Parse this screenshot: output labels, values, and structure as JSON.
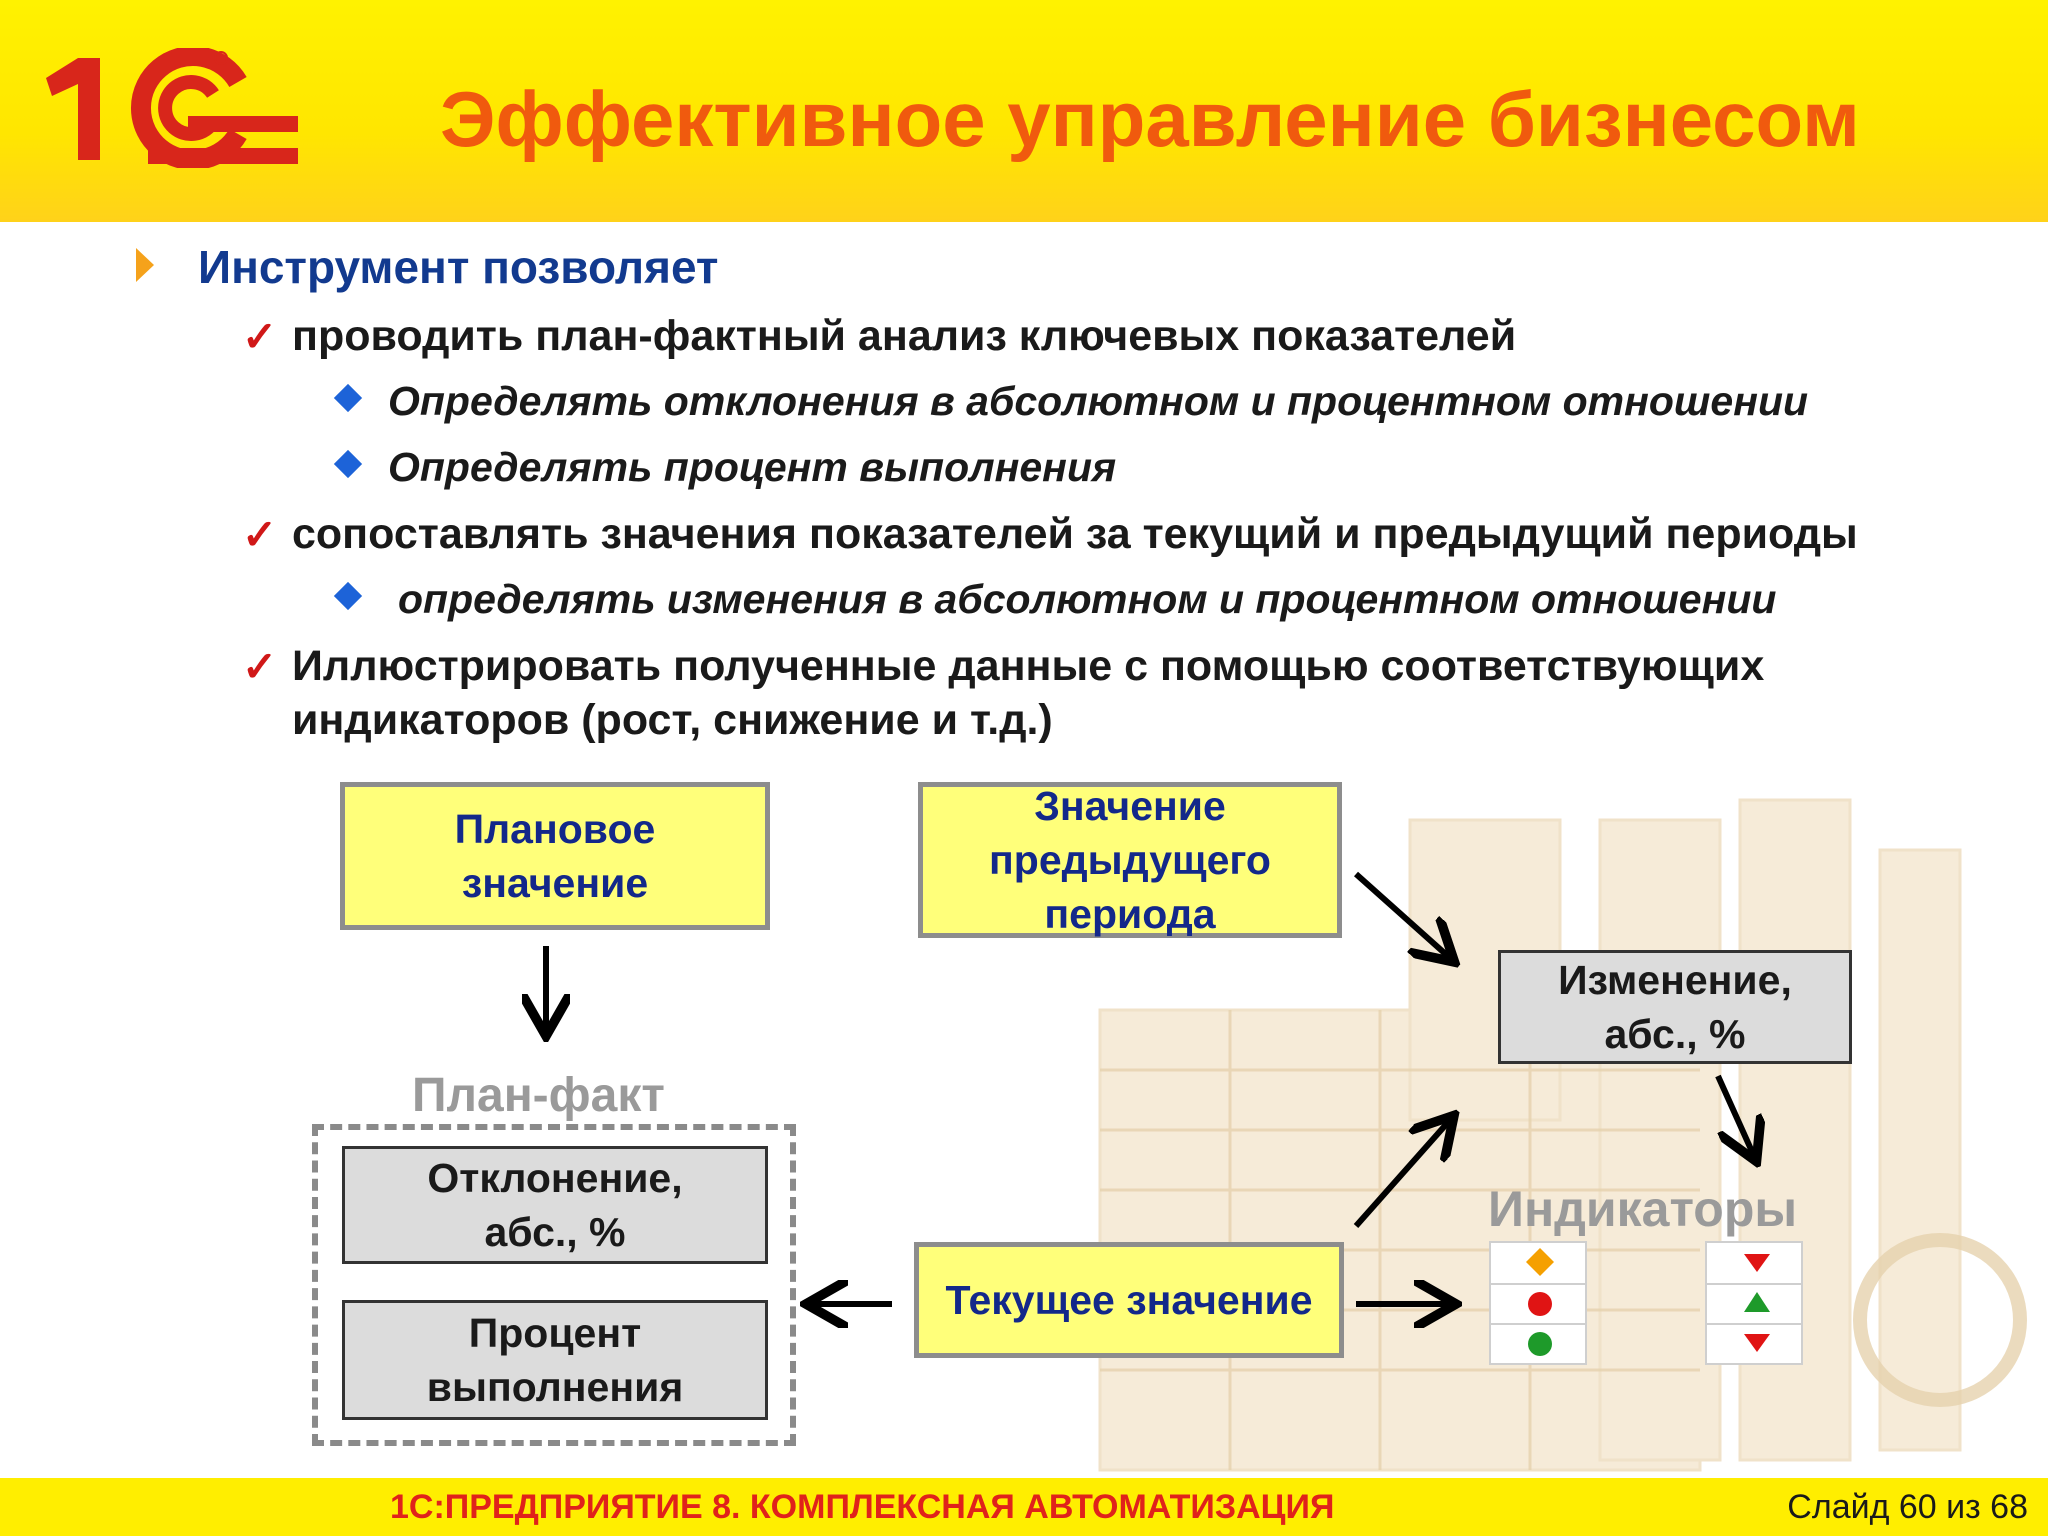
{
  "header": {
    "logo_text": "1С",
    "title": "Эффективное управление бизнесом"
  },
  "bullets": {
    "main": "Инструмент позволяет",
    "item1": "проводить план-фактный анализ ключевых показателей",
    "item1_sub1": "Определять отклонения в абсолютном и процентном отношении",
    "item1_sub2": "Определять процент выполнения",
    "item2": "сопоставлять значения показателей за текущий и предыдущий периоды",
    "item2_sub1": "определять изменения в абсолютном и процентном отношении",
    "item3_line1": "Иллюстрировать полученные данные с помощью соответствующих",
    "item3_line2": "индикаторов (рост, снижение и т.д.)"
  },
  "diagram": {
    "plan_value_line1": "Плановое",
    "plan_value_line2": "значение",
    "prev_period_line1": "Значение",
    "prev_period_line2": "предыдущего",
    "prev_period_line3": "периода",
    "change_line1": "Изменение,",
    "change_line2": "абс., %",
    "plan_fact_label": "План-факт",
    "deviation_line1": "Отклонение,",
    "deviation_line2": "абс., %",
    "percent_line1": "Процент",
    "percent_line2": "выполнения",
    "current_value": "Текущее значение",
    "indicators_label": "Индикаторы"
  },
  "colors": {
    "title": "#f05a0e",
    "header_bg": "#fff200",
    "box_yellow": "#ffff7a",
    "box_grey": "#dcdcdc",
    "text_blue": "#13288a",
    "bullet_blue": "#123a8f",
    "check_red": "#d01818",
    "footer_red": "#e0221b",
    "indicator_orange": "#f5a000",
    "indicator_red": "#e01414",
    "indicator_green": "#1e9a2a"
  },
  "footer": {
    "text": "1С:ПРЕДПРИЯТИЕ 8. КОМПЛЕКСНАЯ АВТОМАТИЗАЦИЯ",
    "slide_number": "Слайд 60 из 68"
  }
}
